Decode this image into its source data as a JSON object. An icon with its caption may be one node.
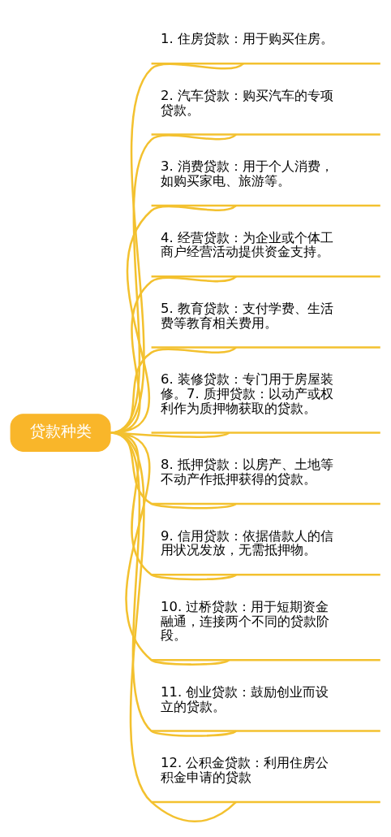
{
  "diagram": {
    "nodes": [
      {
        "text": [
          "贷款种类"
        ]
      },
      {
        "text": [
          "1. 住房贷款：用于购买住房。"
        ]
      },
      {
        "text": [
          "2. 汽车贷款：购买汽车的专项贷款。"
        ]
      },
      {
        "text": [
          "3. 消费贷款：用于个人消费，如购买家电、旅游等。"
        ]
      },
      {
        "text": [
          "4. 经营贷款：为企业或个体工商户经营活动提供资金支持。"
        ]
      },
      {
        "text": [
          "5. 教育贷款：支付学费、生活费等教育相关费用。"
        ]
      },
      {
        "text": [
          "6. 装修贷款：专门用于房屋装修。7. 质押贷款：以动产或权利作为质押物获取的贷款。"
        ]
      },
      {
        "text": [
          "8. 抵押贷款：以房产、土地等不动产作抵押获得的贷款。"
        ]
      },
      {
        "text": [
          "9. 信用贷款：依据借款人的信用状况发放，无需抵押物。"
        ]
      },
      {
        "text": [
          "10. 过桥贷款：用于短期资金融通，连接两个不同的贷款阶段。"
        ]
      },
      {
        "text": [
          "11. 创业贷款：鼓励创业而设立的贷款。"
        ]
      },
      {
        "text": [
          "12. 公积金贷款：利用住房公积金申请的贷款"
        ]
      }
    ],
    "edges": [
      {
        "from": 0,
        "to": 1,
        "arrow": "none"
      },
      {
        "from": 0,
        "to": 2,
        "arrow": "none"
      },
      {
        "from": 0,
        "to": 3,
        "arrow": "none"
      },
      {
        "from": 0,
        "to": 4,
        "arrow": "none"
      },
      {
        "from": 0,
        "to": 5,
        "arrow": "none"
      },
      {
        "from": 0,
        "to": 6,
        "arrow": "none"
      },
      {
        "from": 0,
        "to": 7,
        "arrow": "none"
      },
      {
        "from": 0,
        "to": 8,
        "arrow": "none"
      },
      {
        "from": 0,
        "to": 9,
        "arrow": "none"
      },
      {
        "from": 0,
        "to": 10,
        "arrow": "none"
      },
      {
        "from": 0,
        "to": 11,
        "arrow": "none"
      }
    ]
  }
}
